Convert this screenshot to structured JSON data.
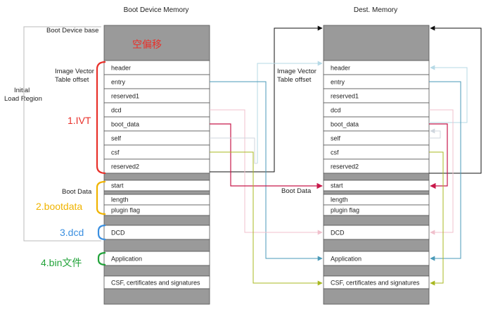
{
  "titles": {
    "left": "Boot Device Memory",
    "right": "Dest. Memory"
  },
  "labels": {
    "boot_device_base": "Boot Device base",
    "ivt_offset_line1": "Image Vector",
    "ivt_offset_line2": "Table offset",
    "initial_line1": "Initial",
    "initial_line2": "Load Region",
    "boot_data_left": "Boot Data",
    "boot_data_right": "Boot Data",
    "ivt_offset_right_line1": "Image Vector",
    "ivt_offset_right_line2": "Table offset"
  },
  "annotations": {
    "empty_offset": "空偏移",
    "ivt": "1.IVT",
    "bootdata": "2.bootdata",
    "dcd": "3.dcd",
    "bin": "4.bin文件"
  },
  "cells": {
    "header": "header",
    "entry": "entry",
    "reserved1": "reserved1",
    "dcd": "dcd",
    "boot_data": "boot_data",
    "self": "self",
    "csf": "csf",
    "reserved2": "reserved2",
    "start": "start",
    "length": "length",
    "plugin_flag": "plugin flag",
    "dcd_block": "DCD",
    "application": "Application",
    "csf_block": "CSF, certificates and signatures"
  },
  "colors": {
    "gray_fill": "#9a9a9a",
    "cell_border": "#555555",
    "ivt_bracket": "#e8302a",
    "bootdata_bracket": "#f0b400",
    "dcd_bracket": "#3a8fe0",
    "bin_bracket": "#22a33a",
    "arrow_entry": "#4a9ab8",
    "arrow_header": "#b6d9e6",
    "arrow_dcd": "#f0c0cc",
    "arrow_boot_data": "#c8184a",
    "arrow_self": "#cfd6de",
    "arrow_csf": "#a8b820",
    "arrow_base": "#111111"
  }
}
